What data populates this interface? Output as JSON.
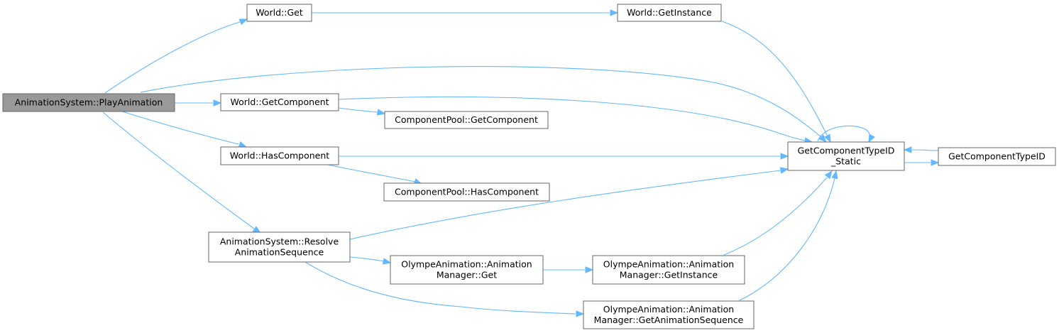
{
  "graph": {
    "nodes": [
      {
        "id": "play",
        "lines": [
          "AnimationSystem::PlayAnimation"
        ],
        "root": true
      },
      {
        "id": "worldget",
        "lines": [
          "World::Get"
        ]
      },
      {
        "id": "getinstance",
        "lines": [
          "World::GetInstance"
        ]
      },
      {
        "id": "getcomponent",
        "lines": [
          "World::GetComponent"
        ]
      },
      {
        "id": "poolgetcomp",
        "lines": [
          "ComponentPool::GetComponent"
        ]
      },
      {
        "id": "hascomponent",
        "lines": [
          "World::HasComponent"
        ]
      },
      {
        "id": "poolhascomp",
        "lines": [
          "ComponentPool::HasComponent"
        ]
      },
      {
        "id": "resolve",
        "lines": [
          "AnimationSystem::Resolve",
          "AnimationSequence"
        ]
      },
      {
        "id": "amget",
        "lines": [
          "OlympeAnimation::Animation",
          "Manager::Get"
        ]
      },
      {
        "id": "amgetinstance",
        "lines": [
          "OlympeAnimation::Animation",
          "Manager::GetInstance"
        ]
      },
      {
        "id": "amgetseq",
        "lines": [
          "OlympeAnimation::Animation",
          "Manager::GetAnimationSequence"
        ]
      },
      {
        "id": "typeidstatic",
        "lines": [
          "GetComponentTypeID",
          "_Static"
        ]
      },
      {
        "id": "typeid",
        "lines": [
          "GetComponentTypeID"
        ]
      }
    ],
    "edges": [
      {
        "from": "play",
        "to": "worldget"
      },
      {
        "from": "play",
        "to": "typeidstatic"
      },
      {
        "from": "play",
        "to": "getcomponent"
      },
      {
        "from": "play",
        "to": "hascomponent"
      },
      {
        "from": "play",
        "to": "resolve"
      },
      {
        "from": "worldget",
        "to": "getinstance"
      },
      {
        "from": "getinstance",
        "to": "typeidstatic"
      },
      {
        "from": "getcomponent",
        "to": "typeidstatic"
      },
      {
        "from": "getcomponent",
        "to": "poolgetcomp"
      },
      {
        "from": "hascomponent",
        "to": "typeidstatic"
      },
      {
        "from": "hascomponent",
        "to": "poolhascomp"
      },
      {
        "from": "resolve",
        "to": "typeidstatic"
      },
      {
        "from": "resolve",
        "to": "amget"
      },
      {
        "from": "resolve",
        "to": "amgetseq"
      },
      {
        "from": "amget",
        "to": "amgetinstance"
      },
      {
        "from": "amgetinstance",
        "to": "typeidstatic"
      },
      {
        "from": "amgetseq",
        "to": "typeidstatic"
      },
      {
        "from": "typeidstatic",
        "to": "typeidstatic"
      },
      {
        "from": "typeidstatic",
        "to": "typeid"
      },
      {
        "from": "typeid",
        "to": "typeidstatic"
      }
    ]
  }
}
